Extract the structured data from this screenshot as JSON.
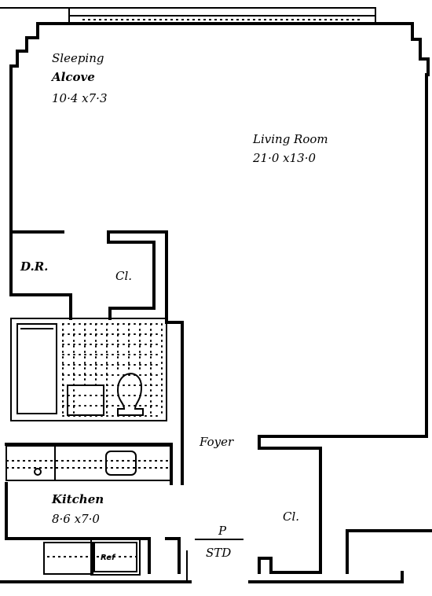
{
  "rooms": {
    "sleeping_alcove": {
      "name_line1": "Sleeping",
      "name_line2": "Alcove",
      "dims": "10·4 x7·3"
    },
    "living_room": {
      "name": "Living Room",
      "dims": "21·0 x13·0"
    },
    "dining": {
      "name": "D.R."
    },
    "closet_upper": {
      "name": "Cl."
    },
    "foyer": {
      "name": "Foyer"
    },
    "kitchen": {
      "name": "Kitchen",
      "dims": "8·6 x7·0"
    },
    "closet_lower": {
      "name": "Cl."
    },
    "refrigerator": {
      "name": "Ref"
    },
    "symbol": {
      "top": "P",
      "bottom": "STD"
    }
  }
}
